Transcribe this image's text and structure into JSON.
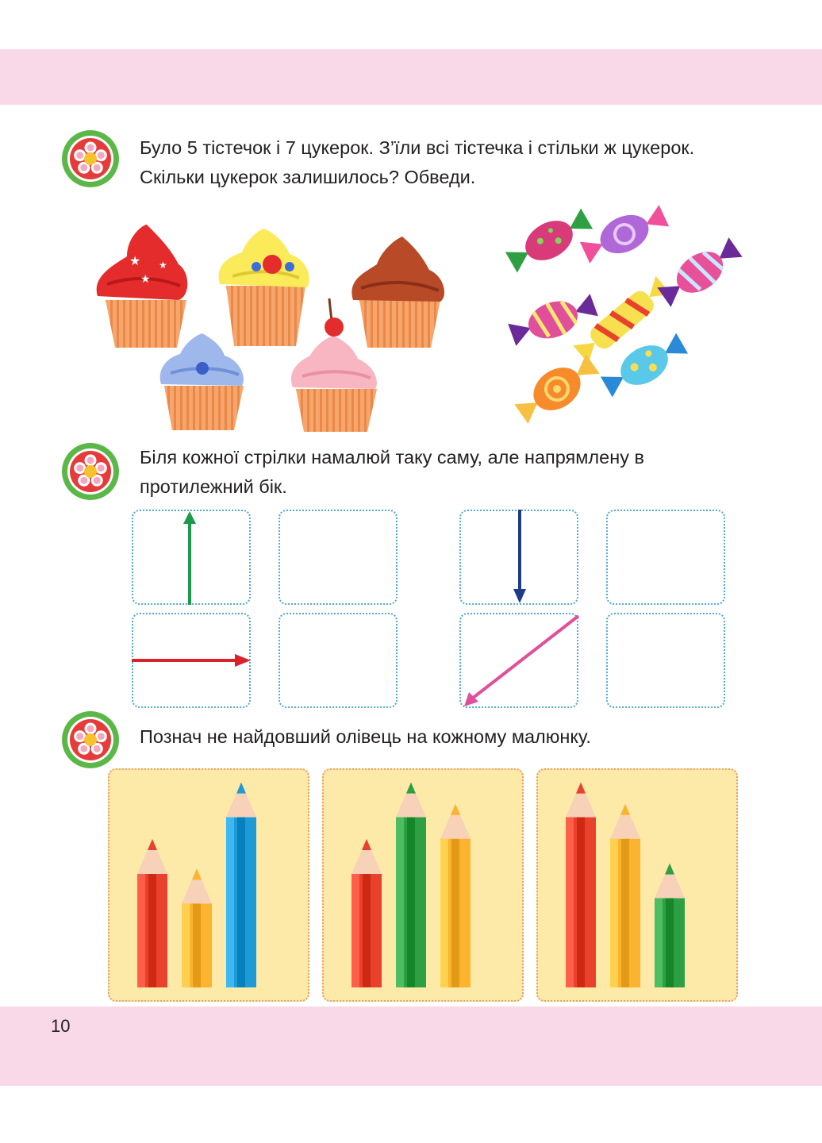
{
  "tasks": [
    {
      "text": "Було 5 тістечок і 7 цукерок. З’їли всі тістечка і стільки ж цукерок. Скільки цукерок залишилось? Обведи."
    },
    {
      "text": "Біля кожної стрілки намалюй таку саму, але напрямлену в протилежний бік."
    },
    {
      "text": "Познач не найдовший олівець на кожному малюнку."
    }
  ],
  "page_number": "10",
  "icons": {
    "task_marker": "flower-icon"
  },
  "colors": {
    "band": "#f9d9e8",
    "marker_green": "#5bb848",
    "marker_red": "#e63b3b",
    "box_border": "#4fa8d8",
    "panel_fill": "#fde9a8"
  },
  "arrows": [
    {
      "cell": "top-left",
      "direction": "up",
      "color": "#1a9a4a"
    },
    {
      "cell": "top-right",
      "direction": "down",
      "color": "#1f3c88"
    },
    {
      "cell": "bottom-left",
      "direction": "right",
      "color": "#d8232a"
    },
    {
      "cell": "bottom-right",
      "direction": "down-left",
      "color": "#e0509a"
    }
  ],
  "pencil_groups": [
    [
      {
        "color": "#e8412c",
        "length": 0.55
      },
      {
        "color": "#fbb330",
        "length": 0.44
      },
      {
        "color": "#1e9ad6",
        "length": 0.76
      }
    ],
    [
      {
        "color": "#e8412c",
        "length": 0.55
      },
      {
        "color": "#2ea043",
        "length": 0.76
      },
      {
        "color": "#fbb330",
        "length": 0.68
      }
    ],
    [
      {
        "color": "#e8412c",
        "length": 0.76
      },
      {
        "color": "#fbb330",
        "length": 0.68
      },
      {
        "color": "#2ea043",
        "length": 0.46
      }
    ]
  ]
}
